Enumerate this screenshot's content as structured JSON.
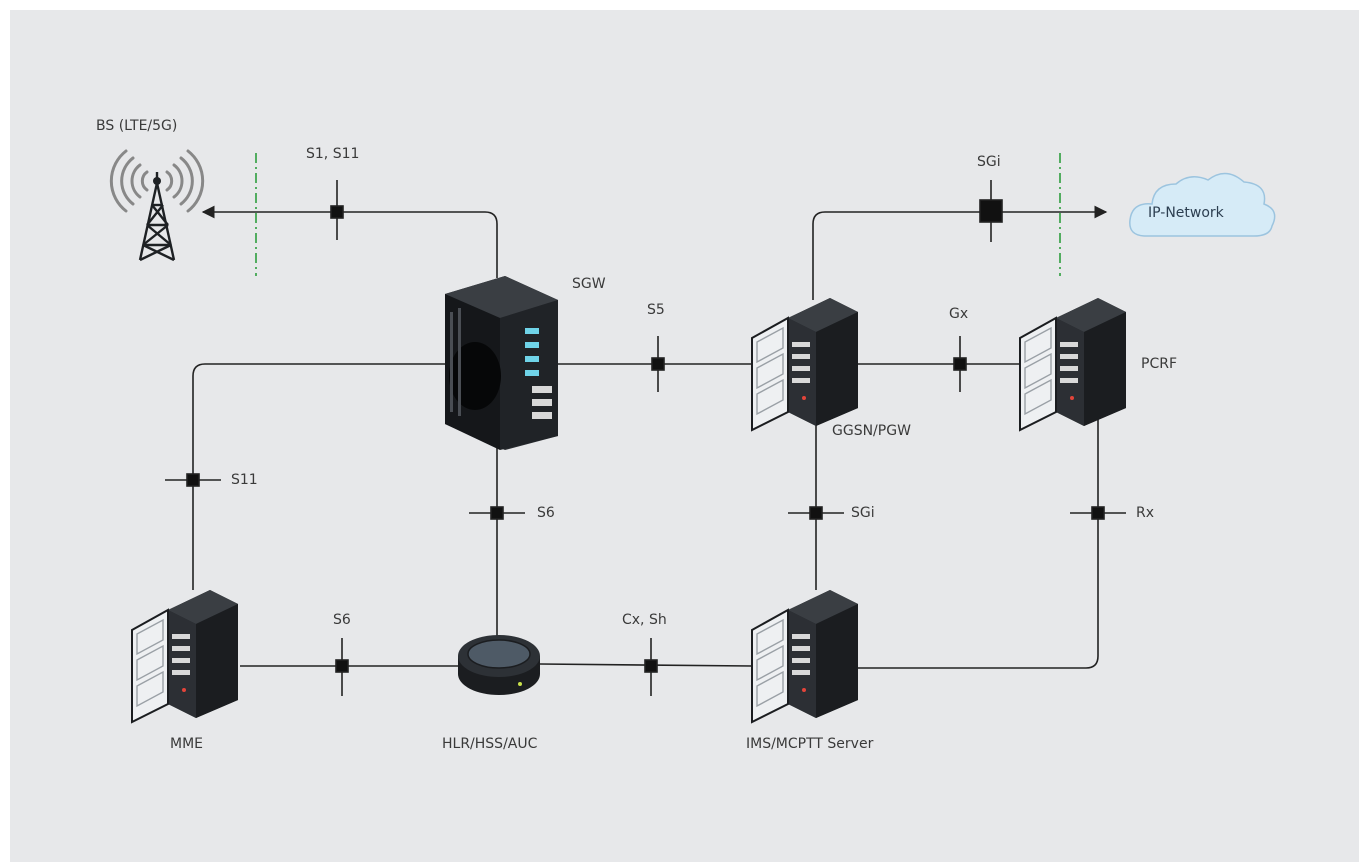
{
  "colors": {
    "background": "#e7e8ea",
    "line": "#222222",
    "boundary": "#2e9e3e",
    "server_dark": "#1e2124",
    "cloud": "#d6ebf7"
  },
  "nodes": {
    "bs": "BS (LTE/5G)",
    "sgw": "SGW",
    "ggsn_pgw": "GGSN/PGW",
    "pcrf": "PCRF",
    "mme": "MME",
    "hlr": "HLR/HSS/AUC",
    "ims": "IMS/MCPTT Server",
    "ip_network": "IP-Network"
  },
  "interfaces": {
    "s1_s11": "S1, S11",
    "sgi_top": "SGi",
    "s5": "S5",
    "gx": "Gx",
    "s11": "S11",
    "s6_vertical": "S6",
    "sgi_vertical": "SGi",
    "rx": "Rx",
    "s6_horizontal": "S6",
    "cx_sh": "Cx, Sh"
  },
  "icons": [
    "antenna-tower-icon",
    "server-rack-icon",
    "hss-disc-icon",
    "cloud-icon"
  ]
}
